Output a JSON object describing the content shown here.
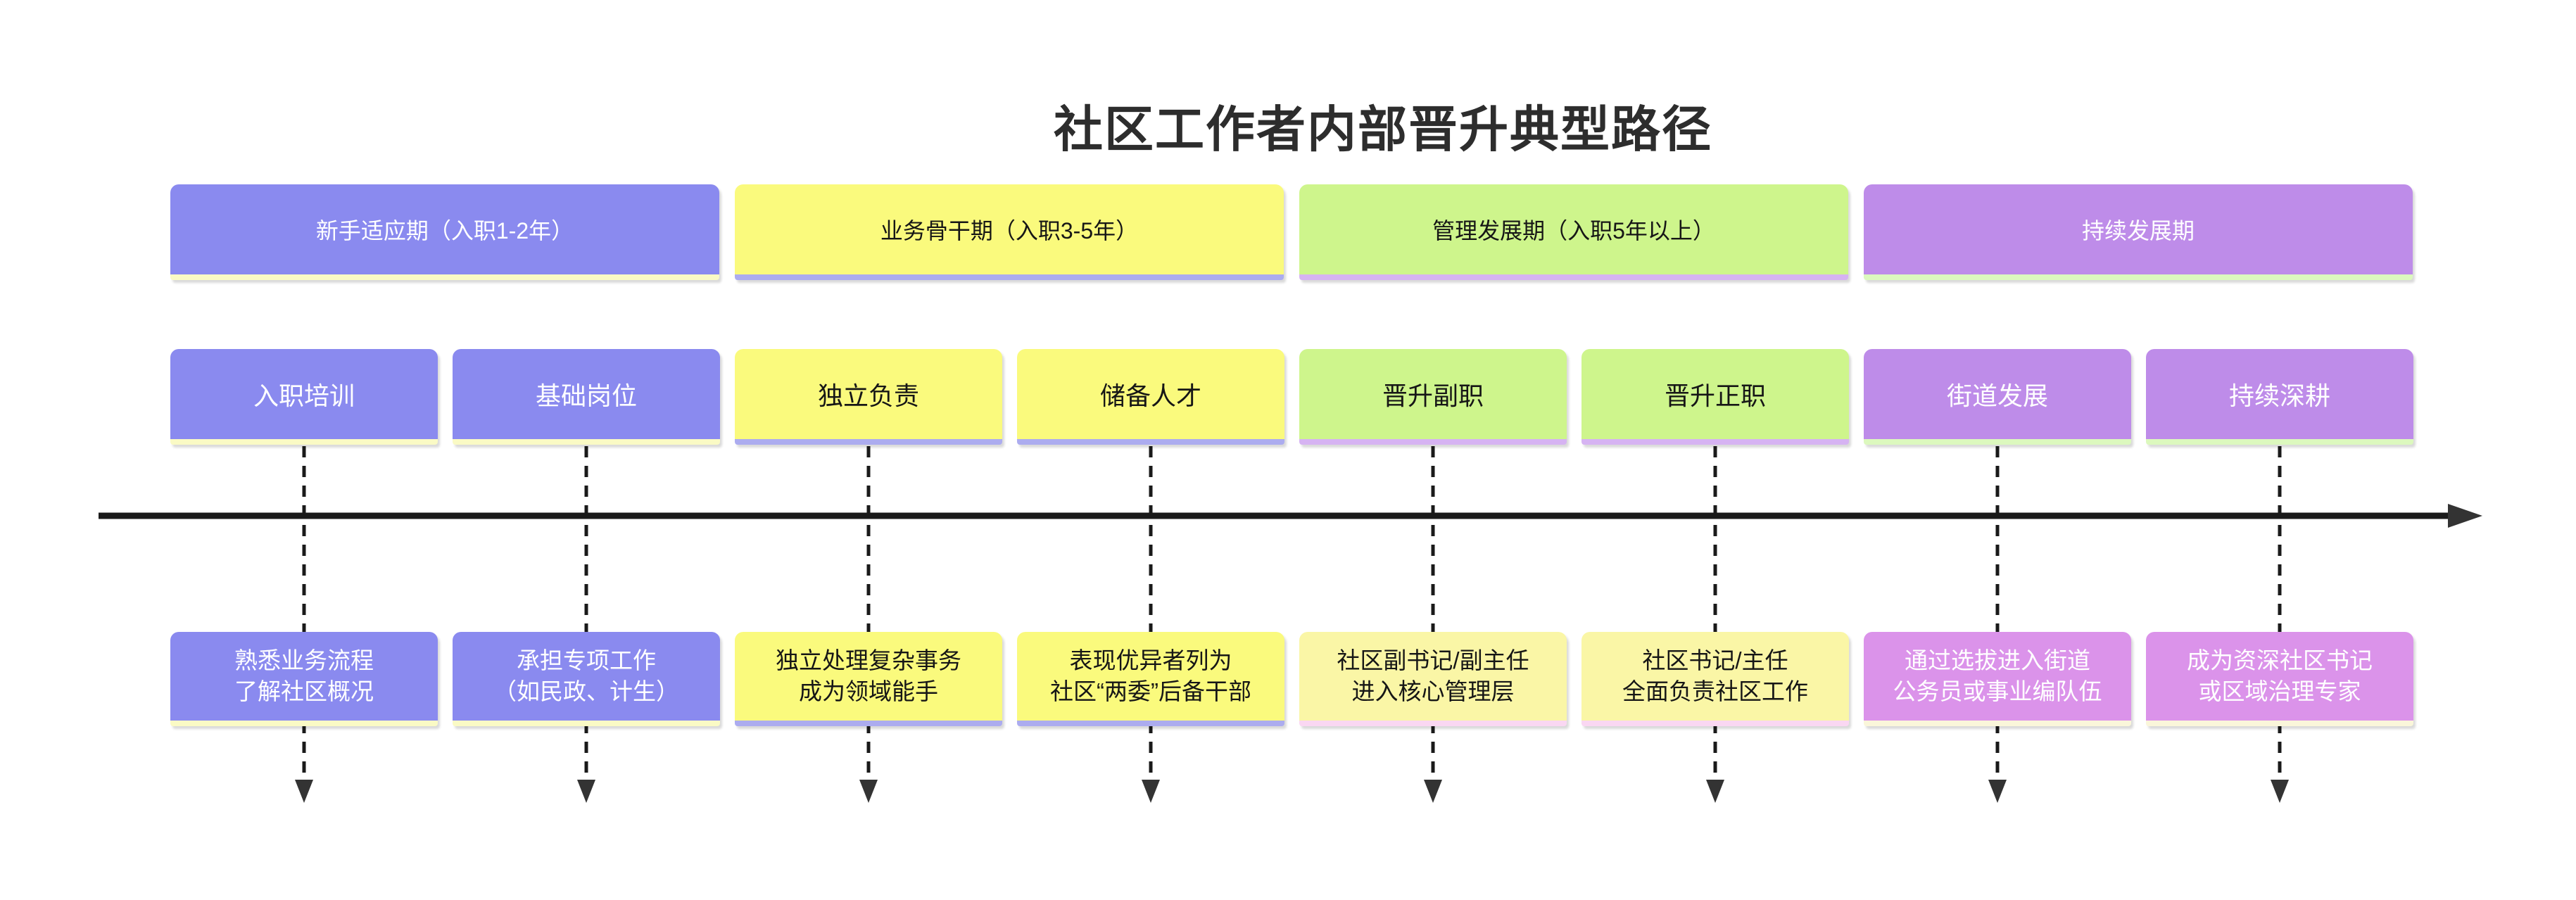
{
  "title": "社区工作者内部晋升典型路径",
  "phases": [
    {
      "label": "新手适应期（入职1-2年）"
    },
    {
      "label": "业务骨干期（入职3-5年）"
    },
    {
      "label": "管理发展期（入职5年以上）"
    },
    {
      "label": "持续发展期"
    }
  ],
  "stages": [
    {
      "label": "入职培训"
    },
    {
      "label": "基础岗位"
    },
    {
      "label": "独立负责"
    },
    {
      "label": "储备人才"
    },
    {
      "label": "晋升副职"
    },
    {
      "label": "晋升正职"
    },
    {
      "label": "街道发展"
    },
    {
      "label": "持续深耕"
    }
  ],
  "descriptions": [
    {
      "line1": "熟悉业务流程",
      "line2": "了解社区概况"
    },
    {
      "line1": "承担专项工作",
      "line2": "（如民政、计生）"
    },
    {
      "line1": "独立处理复杂事务",
      "line2": "成为领域能手"
    },
    {
      "line1": "表现优异者列为",
      "line2": "社区“两委”后备干部"
    },
    {
      "line1": "社区副书记/副主任",
      "line2": "进入核心管理层"
    },
    {
      "line1": "社区书记/主任",
      "line2": "全面负责社区工作"
    },
    {
      "line1": "通过选拔进入街道",
      "line2": "公务员或事业编队伍"
    },
    {
      "line1": "成为资深社区书记",
      "line2": "或区域治理专家"
    }
  ],
  "palette": {
    "section1_fill": "#8A8AEF",
    "section1_shadow": "#FAFAC5",
    "section2_fill": "#FAFA7D",
    "section2_shadow": "#ACACEF",
    "section3_fill": "#CEF58C",
    "section3_shadow": "#D6B3F2",
    "section4_fill": "#BE8CE9",
    "section4_shadow": "#DCF8BE",
    "desc_section3_fill": "#FAF6A6",
    "desc_section3_shadow": "#FAD7F2",
    "desc_section4_fill": "#DB93EA",
    "desc_section4_shadow": "#FAF6DA",
    "line_color": "#1a1a1a",
    "background": "#FFFFFF"
  }
}
